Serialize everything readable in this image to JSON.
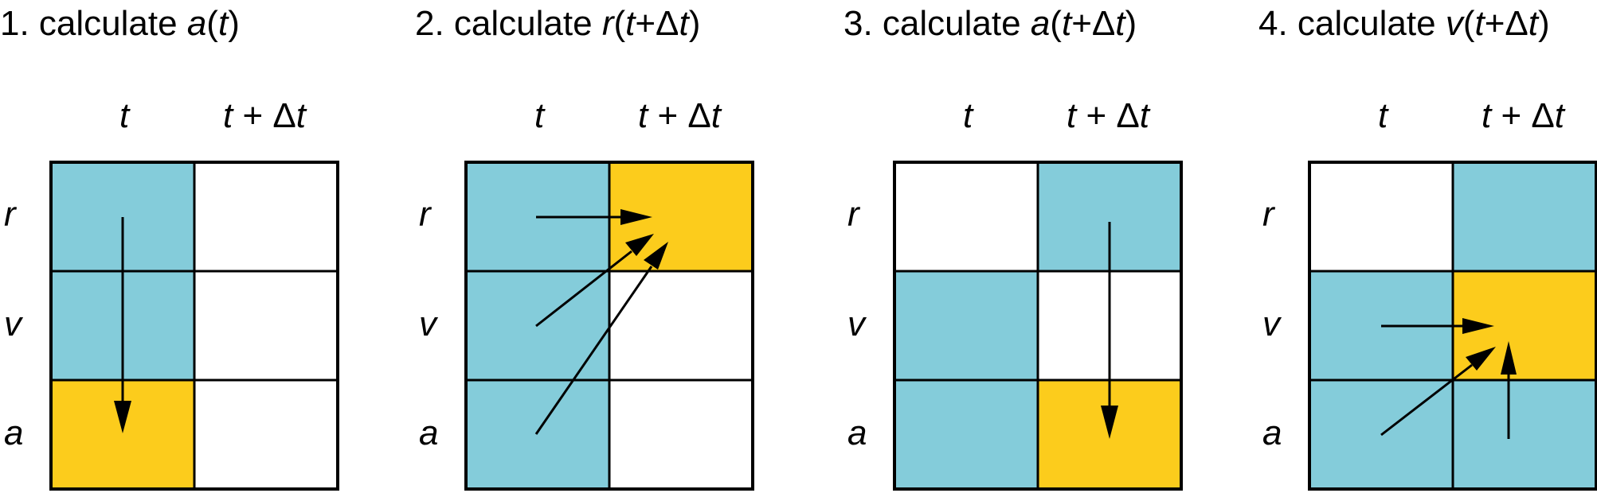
{
  "colors": {
    "known": "#84ccda",
    "target": "#fccc1c",
    "empty": "#ffffff",
    "line": "#000000"
  },
  "columns": [
    {
      "label": "t"
    },
    {
      "label": "t",
      "op": " + ",
      "delta": "Δ",
      "label2": "t"
    }
  ],
  "rows": [
    "r",
    "v",
    "a"
  ],
  "panels": [
    {
      "title": {
        "prefix": "1. calculate ",
        "v1": "a",
        "p1": "(",
        "v2": "t",
        "p2": ")"
      },
      "cells": [
        [
          "known",
          "empty"
        ],
        [
          "known",
          "empty"
        ],
        [
          "target",
          "empty"
        ]
      ]
    },
    {
      "title": {
        "prefix": "2. calculate ",
        "v1": "r",
        "p1": "(",
        "v2": "t",
        "p2": "+Δ",
        "v3": "t",
        "p3": ")"
      },
      "cells": [
        [
          "known",
          "target"
        ],
        [
          "known",
          "empty"
        ],
        [
          "known",
          "empty"
        ]
      ]
    },
    {
      "title": {
        "prefix": "3. calculate ",
        "v1": "a",
        "p1": "(",
        "v2": "t",
        "p2": "+Δ",
        "v3": "t",
        "p3": ")"
      },
      "cells": [
        [
          "empty",
          "known"
        ],
        [
          "known",
          "empty"
        ],
        [
          "known",
          "target"
        ]
      ]
    },
    {
      "title": {
        "prefix": "4. calculate ",
        "v1": "v",
        "p1": "(",
        "v2": "t",
        "p2": "+Δ",
        "v3": "t",
        "p3": ")"
      },
      "cells": [
        [
          "empty",
          "known"
        ],
        [
          "known",
          "target"
        ],
        [
          "known",
          "known"
        ]
      ]
    }
  ]
}
